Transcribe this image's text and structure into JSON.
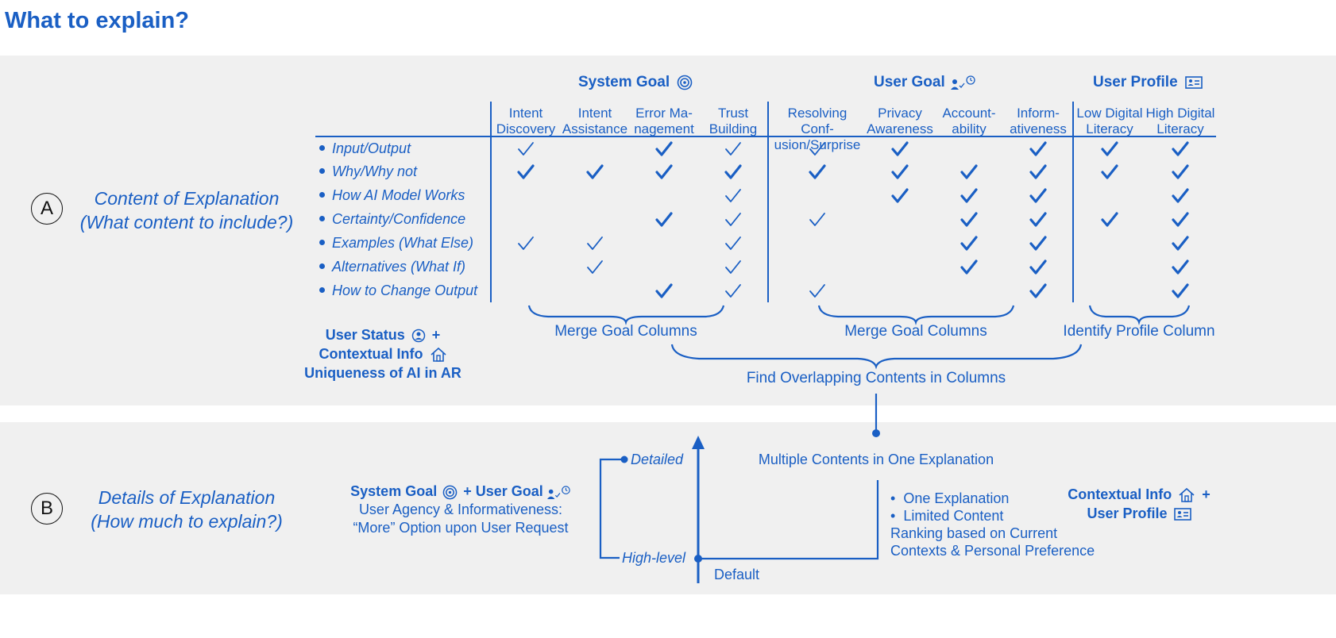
{
  "title": "What to explain?",
  "section_a": {
    "marker": "A",
    "title_line1": "Content of Explanation",
    "title_line2": "(What content to include?)"
  },
  "groups": {
    "system": "System Goal",
    "user": "User Goal",
    "profile": "User Profile"
  },
  "columns": [
    {
      "l1": "Intent",
      "l2": "Discovery"
    },
    {
      "l1": "Intent",
      "l2": "Assistance"
    },
    {
      "l1": "Error Ma-",
      "l2": "nagement"
    },
    {
      "l1": "Trust",
      "l2": "Building"
    },
    {
      "l1": "Resolving Conf-",
      "l2": "usion/Surprise"
    },
    {
      "l1": "Privacy",
      "l2": "Awareness"
    },
    {
      "l1": "Account-",
      "l2": "ability"
    },
    {
      "l1": "Inform-",
      "l2": "ativeness"
    },
    {
      "l1": "Low Digital",
      "l2": "Literacy"
    },
    {
      "l1": "High Digital",
      "l2": "Literacy"
    }
  ],
  "rows": [
    {
      "label": "Input/Output",
      "checks": [
        "t",
        "",
        "b",
        "t",
        "t",
        "b",
        "",
        "b",
        "b",
        "b"
      ]
    },
    {
      "label": "Why/Why not",
      "checks": [
        "b",
        "b",
        "b",
        "b",
        "b",
        "b",
        "b",
        "b",
        "b",
        "b"
      ]
    },
    {
      "label": "How AI Model Works",
      "checks": [
        "",
        "",
        "",
        "t",
        "",
        "b",
        "b",
        "b",
        "",
        "b"
      ]
    },
    {
      "label": "Certainty/Confidence",
      "checks": [
        "",
        "",
        "b",
        "t",
        "t",
        "",
        "b",
        "b",
        "b",
        "b"
      ]
    },
    {
      "label": "Examples (What Else)",
      "checks": [
        "t",
        "t",
        "",
        "t",
        "",
        "",
        "b",
        "b",
        "",
        "b"
      ]
    },
    {
      "label": "Alternatives (What If)",
      "checks": [
        "",
        "t",
        "",
        "t",
        "",
        "",
        "b",
        "b",
        "",
        "b"
      ]
    },
    {
      "label": "How to Change Output",
      "checks": [
        "",
        "",
        "b",
        "t",
        "t",
        "",
        "",
        "b",
        "",
        "b"
      ]
    }
  ],
  "merge_labels": {
    "system": "Merge Goal Columns",
    "user": "Merge Goal Columns",
    "profile": "Identify Profile Column",
    "overlap": "Find Overlapping Contents in Columns"
  },
  "context_a": {
    "line1": "User Status",
    "plus1": "+",
    "line2": "Contextual Info",
    "line3": "Uniqueness of AI in AR"
  },
  "section_b": {
    "marker": "B",
    "title_line1": "Details of Explanation",
    "title_line2": "(How much to explain?)"
  },
  "agency": {
    "sys": "System Goal",
    "plus": "+",
    "user": "User Goal",
    "line2": "User Agency & Informativeness:",
    "line3": "“More” Option upon User Request"
  },
  "axis": {
    "top": "Detailed",
    "bottom": "High-level",
    "default": "Default"
  },
  "multi": "Multiple Contents in One Explanation",
  "bullets": [
    "One Explanation",
    "Limited Content"
  ],
  "ranking": {
    "line1": "Ranking based on Current",
    "line2": "Contexts & Personal Preference"
  },
  "context_b": {
    "line1": "Contextual Info",
    "plus": "+",
    "line2": "User Profile"
  },
  "colors": {
    "accent": "#1a5fc4",
    "panel": "#f0f0f0"
  },
  "icons": {
    "system_goal": "target-icon",
    "user_goal": "user-check-clock-icon",
    "user_profile": "id-card-icon",
    "user_status": "user-circle-icon",
    "contextual_info": "house-icon"
  }
}
